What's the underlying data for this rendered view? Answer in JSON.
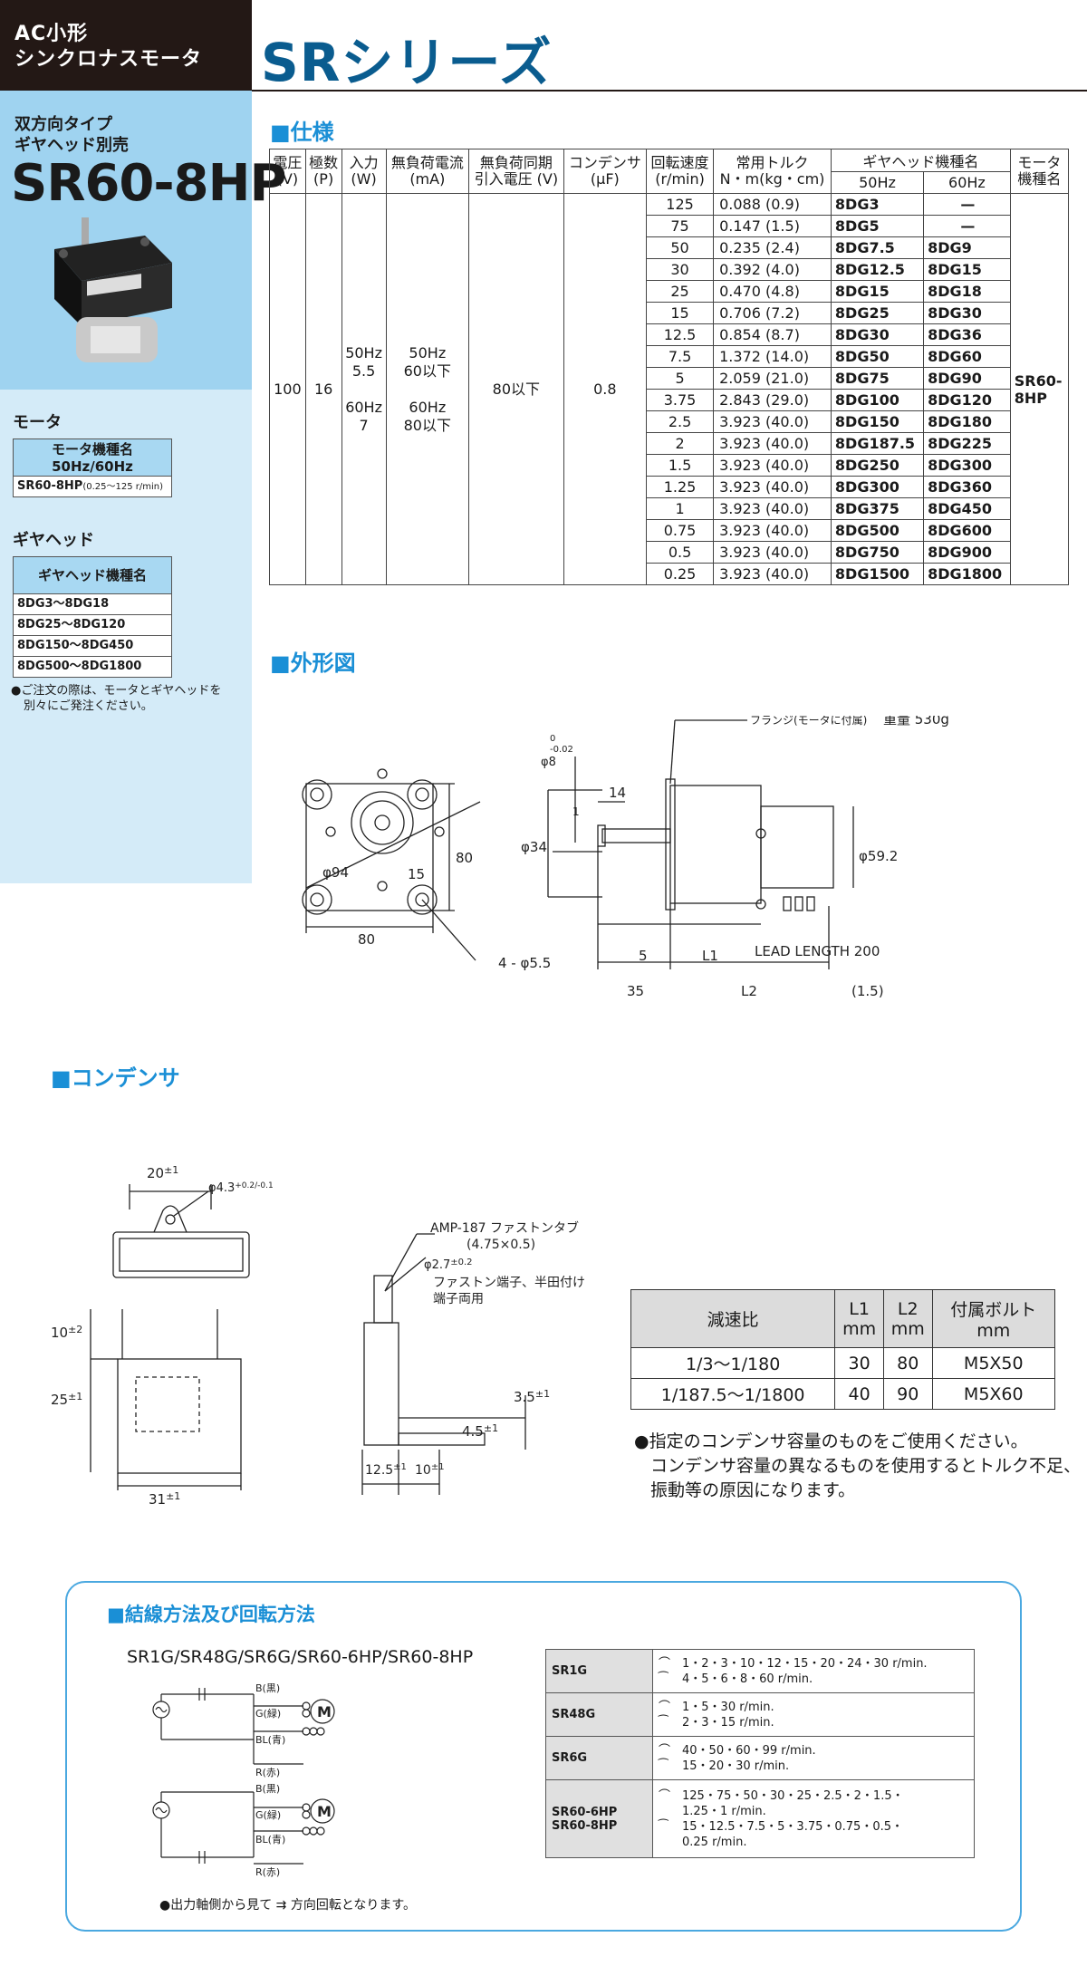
{
  "header": {
    "category_line1": "AC小形",
    "category_line2": "シンクロナスモータ",
    "series_title": "SRシリーズ"
  },
  "sidebar": {
    "type_line1": "双方向タイプ",
    "type_line2": "ギヤヘッド別売",
    "model": "SR60-8HP",
    "motor_heading": "モータ",
    "motor_table_header": "モータ機種名\n50Hz/60Hz",
    "motor_row_model": "SR60-8HP",
    "motor_row_range": "(0.25～125 r/min)",
    "gear_heading": "ギヤヘッド",
    "gear_table_header": "ギヤヘッド機種名",
    "gear_rows": [
      "8DG3～8DG18",
      "8DG25～8DG120",
      "8DG150～8DG450",
      "8DG500～8DG1800"
    ],
    "order_note_1": "●ご注文の際は、モータとギヤヘッドを",
    "order_note_2": "別々にご発注ください。"
  },
  "spec": {
    "heading": "■仕様",
    "headers": {
      "voltage": "電圧\n(V)",
      "poles": "極数\n(P)",
      "input": "入力\n(W)",
      "current": "無負荷電流\n(mA)",
      "pullin": "無負荷同期\n引入電圧 (V)",
      "capacitor": "コンデンサ\n(μF)",
      "speed": "回転速度\n(r/min)",
      "torque": "常用トルク\nN・m(kg・cm)",
      "gearhead": "ギヤヘッド機種名",
      "hz50": "50Hz",
      "hz60": "60Hz",
      "motor": "モータ\n機種名"
    },
    "voltage": "100",
    "poles": "16",
    "input": "50Hz\n5.5\n\n60Hz\n7",
    "current": "50Hz\n60以下\n\n60Hz\n80以下",
    "pullin": "80以下",
    "capacitor": "0.8",
    "motor": "SR60-\n8HP",
    "rows": [
      {
        "speed": "125",
        "torque": "0.088 (0.9)",
        "g50": "8DG3",
        "g60": "—"
      },
      {
        "speed": "75",
        "torque": "0.147 (1.5)",
        "g50": "8DG5",
        "g60": "—"
      },
      {
        "speed": "50",
        "torque": "0.235 (2.4)",
        "g50": "8DG7.5",
        "g60": "8DG9"
      },
      {
        "speed": "30",
        "torque": "0.392 (4.0)",
        "g50": "8DG12.5",
        "g60": "8DG15"
      },
      {
        "speed": "25",
        "torque": "0.470 (4.8)",
        "g50": "8DG15",
        "g60": "8DG18"
      },
      {
        "speed": "15",
        "torque": "0.706 (7.2)",
        "g50": "8DG25",
        "g60": "8DG30"
      },
      {
        "speed": "12.5",
        "torque": "0.854 (8.7)",
        "g50": "8DG30",
        "g60": "8DG36"
      },
      {
        "speed": "7.5",
        "torque": "1.372 (14.0)",
        "g50": "8DG50",
        "g60": "8DG60"
      },
      {
        "speed": "5",
        "torque": "2.059 (21.0)",
        "g50": "8DG75",
        "g60": "8DG90"
      },
      {
        "speed": "3.75",
        "torque": "2.843 (29.0)",
        "g50": "8DG100",
        "g60": "8DG120"
      },
      {
        "speed": "2.5",
        "torque": "3.923 (40.0)",
        "g50": "8DG150",
        "g60": "8DG180"
      },
      {
        "speed": "2",
        "torque": "3.923 (40.0)",
        "g50": "8DG187.5",
        "g60": "8DG225"
      },
      {
        "speed": "1.5",
        "torque": "3.923 (40.0)",
        "g50": "8DG250",
        "g60": "8DG300"
      },
      {
        "speed": "1.25",
        "torque": "3.923 (40.0)",
        "g50": "8DG300",
        "g60": "8DG360"
      },
      {
        "speed": "1",
        "torque": "3.923 (40.0)",
        "g50": "8DG375",
        "g60": "8DG450"
      },
      {
        "speed": "0.75",
        "torque": "3.923 (40.0)",
        "g50": "8DG500",
        "g60": "8DG600"
      },
      {
        "speed": "0.5",
        "torque": "3.923 (40.0)",
        "g50": "8DG750",
        "g60": "8DG900"
      },
      {
        "speed": "0.25",
        "torque": "3.923 (40.0)",
        "g50": "8DG1500",
        "g60": "8DG1800"
      }
    ]
  },
  "outline": {
    "heading": "■外形図",
    "flange": "フランジ(モータに付属)",
    "weight": "重量 530g",
    "d94": "φ94",
    "d80w": "80",
    "d80h": "80",
    "d15": "15",
    "holes": "4 - φ5.5",
    "shaft": "φ8",
    "shaft_tol_top": "0",
    "shaft_tol_bot": "-0.02",
    "d14": "14",
    "d1": "1",
    "d34": "φ34",
    "d59": "φ59.2",
    "d5": "5",
    "l1": "L1",
    "lead": "LEAD LENGTH 200",
    "d35": "35",
    "l2": "L2",
    "d15b": "(1.5)"
  },
  "capacitor": {
    "heading": "■コンデンサ",
    "w20": "20",
    "w20tol": "±1",
    "hole": "φ4.3",
    "holetol": "+0.2/-0.1",
    "h10": "10",
    "h10tol": "±2",
    "h25": "25",
    "h25tol": "±1",
    "w31": "31",
    "w31tol": "±1",
    "amp": "AMP-187 ファストンタブ",
    "amp2": "(4.75×0.5)",
    "pin": "φ2.7",
    "pintol": "±0.2",
    "faston1": "ファストン端子、半田付け",
    "faston2": "端子両用",
    "d35": "3.5",
    "d35tol": "±1",
    "d45": "4.5",
    "d45tol": "±1",
    "d125": "12.5",
    "d125tol": "±1",
    "d10": "10",
    "d10tol": "±1"
  },
  "ratio_table": {
    "headers": [
      "減速比",
      "L1\nmm",
      "L2\nmm",
      "付属ボルト\nmm"
    ],
    "rows": [
      [
        "1/3～1/180",
        "30",
        "80",
        "M5X50"
      ],
      [
        "1/187.5～1/1800",
        "40",
        "90",
        "M5X60"
      ]
    ]
  },
  "cap_note_1": "●指定のコンデンサ容量のものをご使用ください。",
  "cap_note_2": "コンデンサ容量の異なるものを使用するとトルク不足、",
  "cap_note_3": "振動等の原因になります。",
  "wiring": {
    "heading": "■結線方法及び回転方法",
    "models": "SR1G/SR48G/SR6G/SR60-6HP/SR60-8HP",
    "labels": {
      "b": "B(黒)",
      "g": "G(緑)",
      "bl": "BL(青)",
      "r": "R(赤)",
      "m": "M"
    },
    "note": "●出力軸側から見て ⇉ 方向回転となります。",
    "table": [
      {
        "model": "SR1G",
        "cw": "1・2・3・10・12・15・20・24・30 r/min.",
        "ccw": "4・5・6・8・60 r/min."
      },
      {
        "model": "SR48G",
        "cw": "1・5・30 r/min.",
        "ccw": "2・3・15 r/min."
      },
      {
        "model": "SR6G",
        "cw": "40・50・60・99 r/min.",
        "ccw": "15・20・30 r/min."
      },
      {
        "model": "SR60-6HP\nSR60-8HP",
        "cw": "125・75・50・30・25・2.5・2・1.5・\n1.25・1 r/min.",
        "ccw": "15・12.5・7.5・5・3.75・0.75・0.5・\n0.25 r/min."
      }
    ]
  }
}
